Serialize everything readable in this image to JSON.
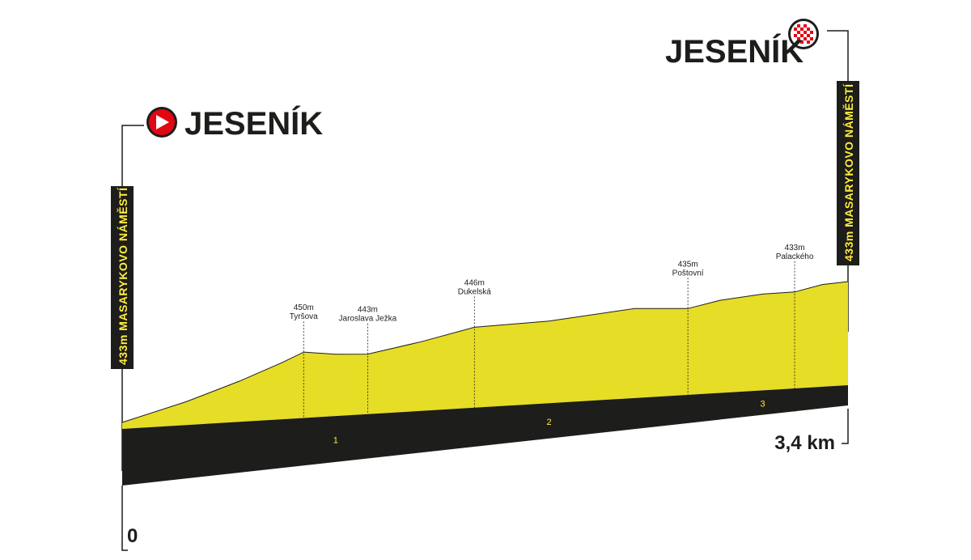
{
  "start": {
    "name": "JESENÍK",
    "plaque": "433m  MASARYKOVO NÁMĚSTÍ",
    "icon": "start-arrow-icon"
  },
  "finish": {
    "name": "JESENÍK",
    "plaque": "433m  MASARYKOVO NÁMĚSTÍ",
    "icon": "finish-checkered-flag-icon"
  },
  "colors": {
    "profile_fill": "#e6dd26",
    "base": "#1d1d1b",
    "start_icon": "#e30613",
    "finish_icon": "#e30613"
  },
  "chart_data": {
    "type": "area",
    "x_start_label": "0",
    "x_end_label": "3,4 km",
    "distance_km": 3.4,
    "km_ticks": [
      {
        "km": 1,
        "label": "1"
      },
      {
        "km": 2,
        "label": "2"
      },
      {
        "km": 3,
        "label": "3"
      }
    ],
    "profile": [
      {
        "km": 0.0,
        "alt": 433
      },
      {
        "km": 0.3,
        "alt": 437
      },
      {
        "km": 0.55,
        "alt": 442
      },
      {
        "km": 0.75,
        "alt": 447
      },
      {
        "km": 0.85,
        "alt": 450
      },
      {
        "km": 1.0,
        "alt": 446
      },
      {
        "km": 1.15,
        "alt": 443
      },
      {
        "km": 1.4,
        "alt": 444
      },
      {
        "km": 1.65,
        "alt": 446
      },
      {
        "km": 2.0,
        "alt": 442
      },
      {
        "km": 2.4,
        "alt": 440
      },
      {
        "km": 2.65,
        "alt": 435
      },
      {
        "km": 2.8,
        "alt": 436
      },
      {
        "km": 3.0,
        "alt": 435
      },
      {
        "km": 3.15,
        "alt": 433
      },
      {
        "km": 3.28,
        "alt": 434
      },
      {
        "km": 3.4,
        "alt": 433
      }
    ],
    "points": [
      {
        "km": 0.85,
        "alt_label": "450m",
        "name": "Tyršova"
      },
      {
        "km": 1.15,
        "alt_label": "443m",
        "name": "Jaroslava Ježka"
      },
      {
        "km": 1.65,
        "alt_label": "446m",
        "name": "Dukelská"
      },
      {
        "km": 2.65,
        "alt_label": "435m",
        "name": "Poštovní"
      },
      {
        "km": 3.15,
        "alt_label": "433m",
        "name": "Palackého"
      }
    ]
  }
}
